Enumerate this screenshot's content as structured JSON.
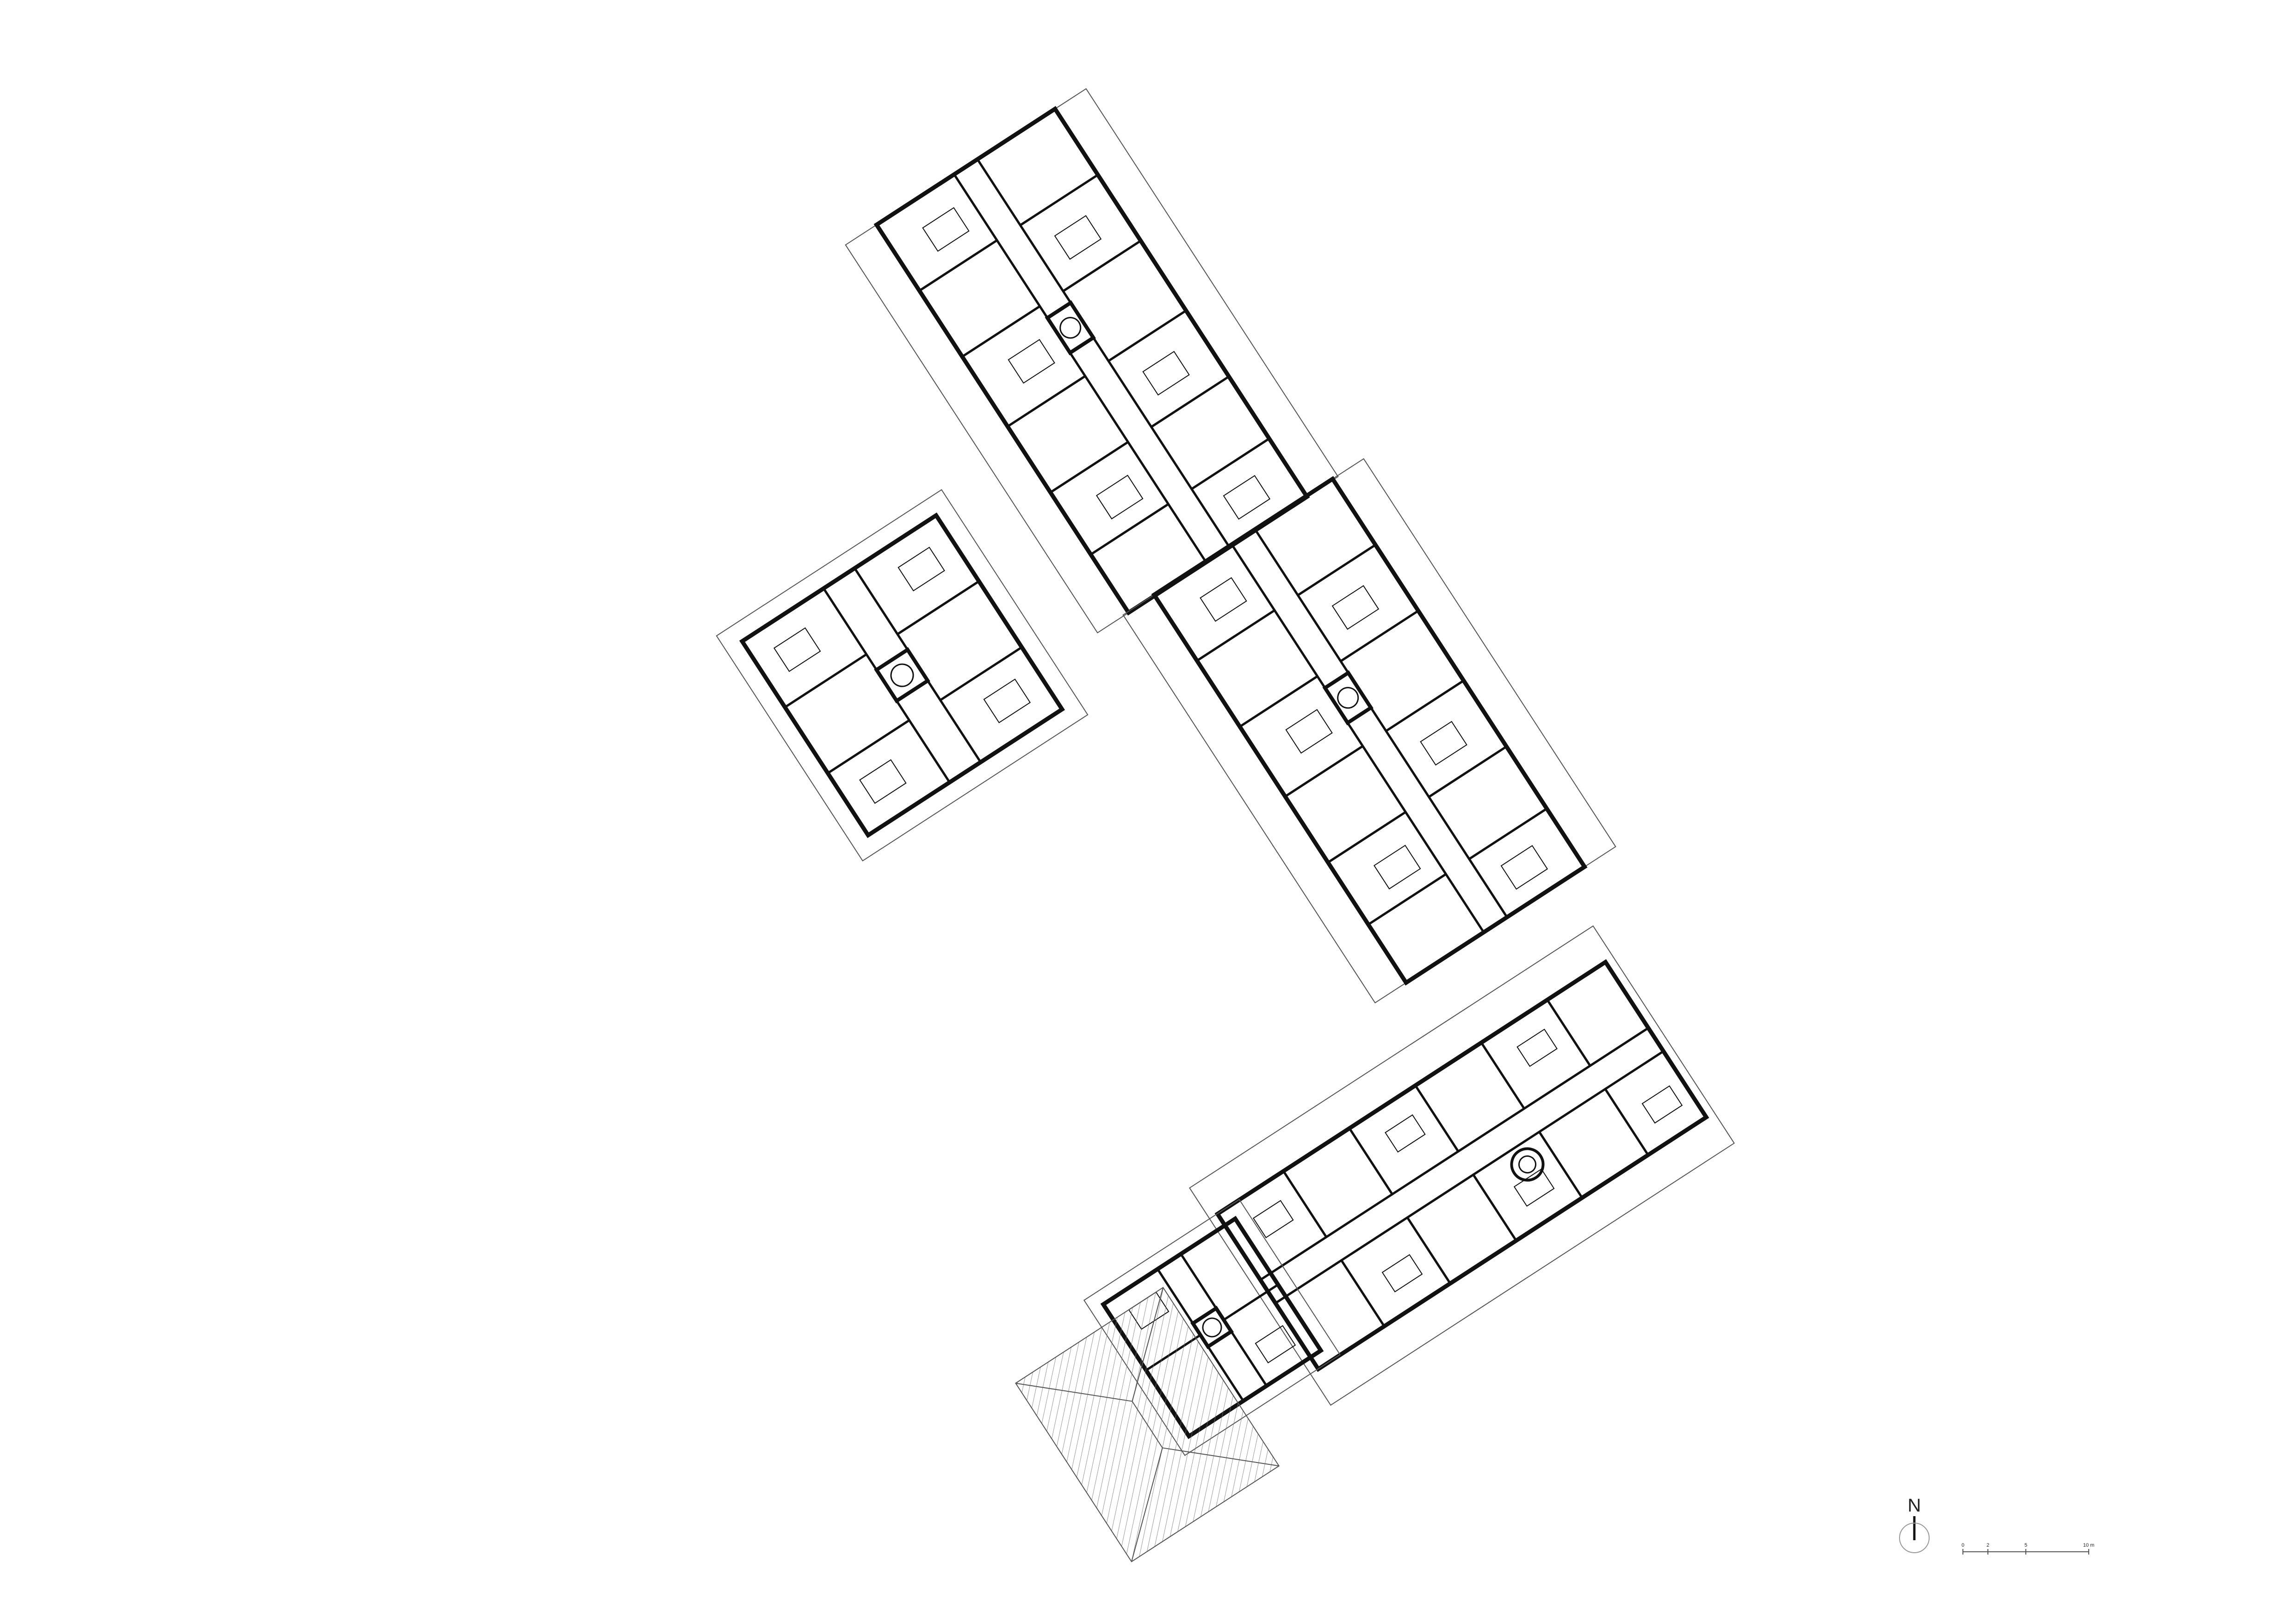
{
  "drawing": {
    "type": "floor-plan",
    "buildings": [
      {
        "id": "building-north"
      },
      {
        "id": "building-west"
      },
      {
        "id": "building-central"
      },
      {
        "id": "building-south-east"
      },
      {
        "id": "building-south"
      }
    ],
    "existing_roof": {
      "hatched": true
    }
  },
  "north_arrow": {
    "label": "N"
  },
  "scale_bar": {
    "ticks": [
      "0",
      "2",
      "5",
      "10 m"
    ]
  },
  "colors": {
    "ink": "#111111",
    "thin": "#555555",
    "paper": "#ffffff"
  }
}
